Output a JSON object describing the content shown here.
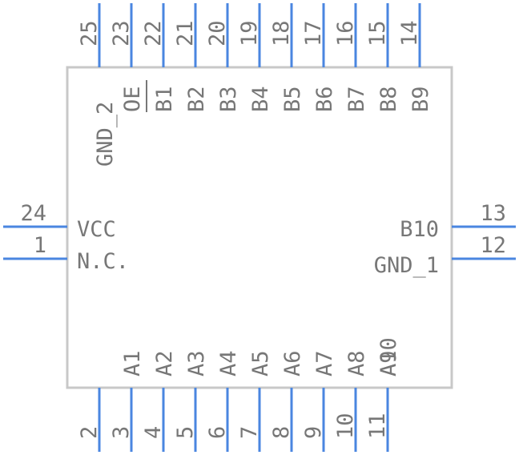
{
  "component": {
    "top_pins": [
      {
        "num": "25",
        "label": "GND_2"
      },
      {
        "num": "23",
        "label": "OE"
      },
      {
        "num": "22",
        "label": "B1"
      },
      {
        "num": "21",
        "label": "B2"
      },
      {
        "num": "20",
        "label": "B3"
      },
      {
        "num": "19",
        "label": "B4"
      },
      {
        "num": "18",
        "label": "B5"
      },
      {
        "num": "17",
        "label": "B6"
      },
      {
        "num": "16",
        "label": "B7"
      },
      {
        "num": "15",
        "label": "B8"
      },
      {
        "num": "14",
        "label": "B9"
      }
    ],
    "bottom_pins": [
      {
        "num": "2",
        "label": ""
      },
      {
        "num": "3",
        "label": "A1"
      },
      {
        "num": "4",
        "label": "A2"
      },
      {
        "num": "5",
        "label": "A3"
      },
      {
        "num": "6",
        "label": "A4"
      },
      {
        "num": "7",
        "label": "A5"
      },
      {
        "num": "8",
        "label": "A6"
      },
      {
        "num": "9",
        "label": "A7"
      },
      {
        "num": "10",
        "label": "A8"
      },
      {
        "num": "11",
        "label": "A9"
      }
    ],
    "bottom_extra_label": "A10",
    "left_pins": [
      {
        "num": "24",
        "label": "VCC"
      },
      {
        "num": "1",
        "label": "N.C."
      }
    ],
    "right_pins": [
      {
        "num": "13",
        "label": "B10"
      },
      {
        "num": "12",
        "label": "GND_1"
      }
    ],
    "colors": {
      "pin": "#4a86e0",
      "body": "#c8c8c8",
      "text": "#777777"
    }
  }
}
